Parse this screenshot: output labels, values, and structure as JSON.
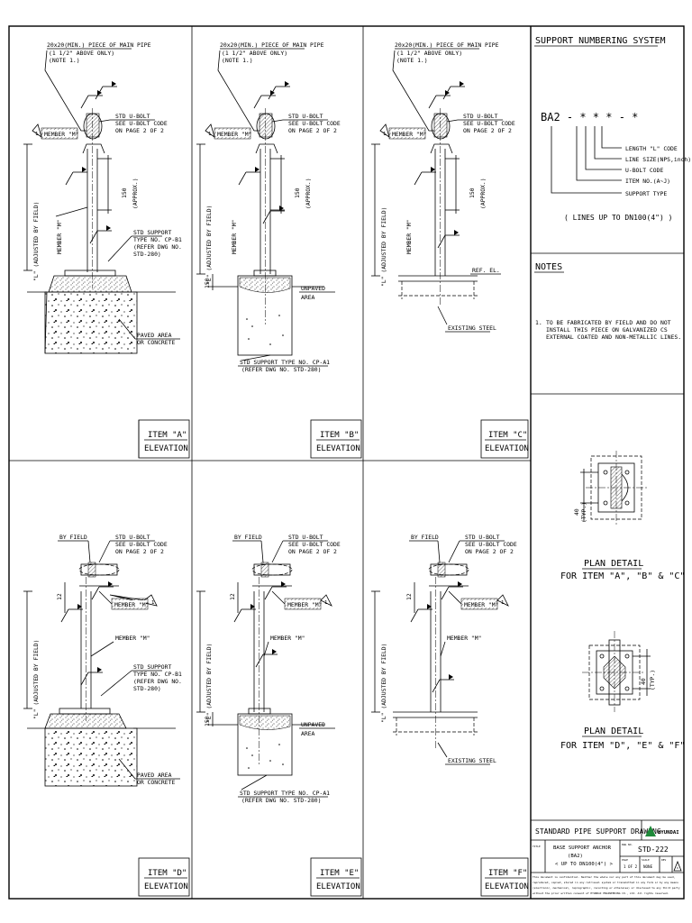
{
  "labels": {
    "main_pipe_piece": "20x20(MIN.) PIECE OF MAIN PIPE",
    "above_only": "(1 1/2\" ABOVE ONLY)",
    "note1": "(NOTE 1.)",
    "std_ubolt": "STD U-BOLT",
    "see_ubolt_code": "SEE U-BOLT CODE",
    "on_page": "ON PAGE 2 OF 2",
    "member_m": "MEMBER \"M\"",
    "dim_150": "150",
    "approx": "(APPROX.)",
    "dim_12": "12",
    "l_adjusted": "\"L\" (ADJUSTED BY FIELD)",
    "std_support": "STD SUPPORT",
    "type_cpb1": "TYPE NO. CP-B1",
    "refer_dwg": "(REFER DWG NO.",
    "std_280": "STD-280)",
    "paved_area": "PAVED AREA",
    "or_concrete": "OR CONCRETE",
    "unpaved": "UNPAVED",
    "area": "AREA",
    "std_support_cpa1": "STD SUPPORT TYPE NO. CP-A1",
    "refer_dwg_280": "(REFER DWG NO. STD-280)",
    "ref_el": "REF. EL.",
    "existing_steel": "EXISTING STEEL",
    "by_field": "BY FIELD"
  },
  "items": {
    "a": "ITEM \"A\"",
    "b": "ITEM \"B\"",
    "c": "ITEM \"C\"",
    "d": "ITEM \"D\"",
    "e": "ITEM \"E\"",
    "f": "ITEM \"F\"",
    "elevation": "ELEVATION"
  },
  "numbering": {
    "title": "SUPPORT NUMBERING SYSTEM",
    "code": "BA2 - * * * - *",
    "length": "LENGTH \"L\" CODE",
    "line_size": "LINE SIZE(NPS,inch)",
    "ubolt_code": "U-BOLT CODE",
    "item_no": "ITEM NO.(A~J)",
    "support_type": "SUPPORT TYPE",
    "lines_up_to": "( LINES UP TO DN100(4\") )"
  },
  "notes": {
    "title": "NOTES",
    "n1_num": "1.",
    "n1_l1": "TO BE FABRICATED BY FIELD AND DO NOT",
    "n1_l2": "INSTALL THIS PIECE ON GALVANIZED CS",
    "n1_l3": "EXTERNAL COATED AND NON-METALLIC LINES."
  },
  "plan": {
    "dim_40": "40",
    "typ": "(TYP.)",
    "title": "PLAN DETAIL",
    "for_abc": "FOR ITEM \"A\", \"B\" & \"C\"",
    "for_def": "FOR ITEM \"D\", \"E\" & \"F\""
  },
  "title_block": {
    "drawing_title": "STANDARD PIPE SUPPORT DRAWING",
    "company": "HYUNDAI",
    "title_label": "TITLE",
    "desc1": "BASE SUPPORT ANCHOR",
    "desc2": "(BA2)",
    "desc3": "< UP TO DN100(4\") >",
    "dwg_no_label": "DWG NO.",
    "dwg_no": "STD-222",
    "page_label": "PAGE",
    "page": "1 OF 2",
    "scale_label": "SCALE",
    "scale": "NONE",
    "rev_label": "REV",
    "rev": "0",
    "disclaimer1": "This document is confidential. Neither the whole nor any part of this document may be used,",
    "disclaimer2": "reproduced, copied, stored in any retrieval system or transmitted in any form or by any means",
    "disclaimer3": "(electronic, mechanical, reprographic, recording or otherwise) or disclosed to any third party",
    "disclaimer4": "without the prior written consent of HYUNDAI ENGINEERING CO., Ltd. All rights reserved."
  }
}
